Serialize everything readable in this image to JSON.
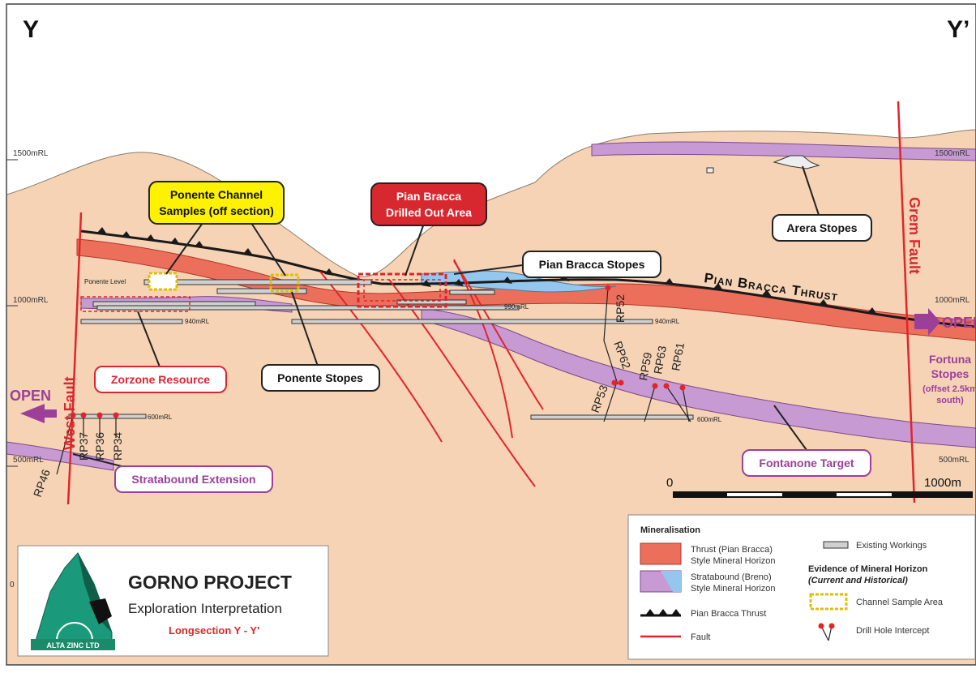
{
  "corners": {
    "left": "Y",
    "right": "Y’"
  },
  "elevation_labels": [
    "1500mRL",
    "1000mRL",
    "500mRL",
    "0",
    "1500mRL",
    "1000mRL",
    "500mRL"
  ],
  "level_labels": {
    "ponente_level": "Ponente Level",
    "l990": "990mRL",
    "l940a": "940mRL",
    "l940b": "940mRL",
    "l600a": "600mRL",
    "l600b": "600mRL"
  },
  "callouts": {
    "ponente_channel": [
      "Ponente Channel",
      "Samples (off section)"
    ],
    "pian_bracca_drilled": [
      "Pian Bracca",
      "Drilled Out Area"
    ],
    "pian_bracca_stopes": "Pian Bracca Stopes",
    "arera_stopes": "Arera Stopes",
    "ponente_stopes": "Ponente Stopes",
    "zorzone_resource": "Zorzone Resource",
    "stratabound_extension": "Stratabound Extension",
    "fontanone_target": "Fontanone Target",
    "fortuna": [
      "Fortuna",
      "Stopes",
      "(offset 2.5km",
      "south)"
    ]
  },
  "faults": {
    "west": "West Fault",
    "grem": "Grem Fault"
  },
  "thrust_label": "Pian Bracca Thrust",
  "open_labels": {
    "left": "OPEN",
    "right": "OPEN"
  },
  "drill_holes": [
    "RP37",
    "RP36",
    "RP34",
    "RP46",
    "RP52",
    "RP62",
    "RP53",
    "RP59",
    "RP63",
    "RP61"
  ],
  "scale": {
    "start": "0",
    "end": "1000m"
  },
  "legend": {
    "title": "Mineralisation",
    "thrust_style": [
      "Thrust (Pian Bracca)",
      "Style Mineral Horizon"
    ],
    "stratabound_style": [
      "Stratabound (Breno)",
      "Style Mineral Horizon"
    ],
    "pian_bracca_thrust": "Pian Bracca Thrust",
    "fault": "Fault",
    "existing_workings": "Existing Workings",
    "evidence_title": "Evidence of Mineral Horizon",
    "evidence_sub": "(Current and Historical)",
    "channel_sample_area": "Channel Sample Area",
    "drill_hole_intercept": "Drill Hole Intercept"
  },
  "title_box": {
    "project": "GORNO PROJECT",
    "subtitle": "Exploration Interpretation",
    "section": "Longsection Y - Y'",
    "logo_text": "ALTA ZINC LTD"
  },
  "colors": {
    "terrain": "#f6d3b5",
    "sky": "#ffffff",
    "thrust_horizon": "#ec6f5c",
    "stratabound": "#c79ad3",
    "blue_horizon": "#93c7ee",
    "fault": "#e0262b",
    "callout_yellow": "#fff200",
    "callout_red": "#d7282f",
    "purple_text": "#9b3f99",
    "red_text": "#d7282f"
  }
}
